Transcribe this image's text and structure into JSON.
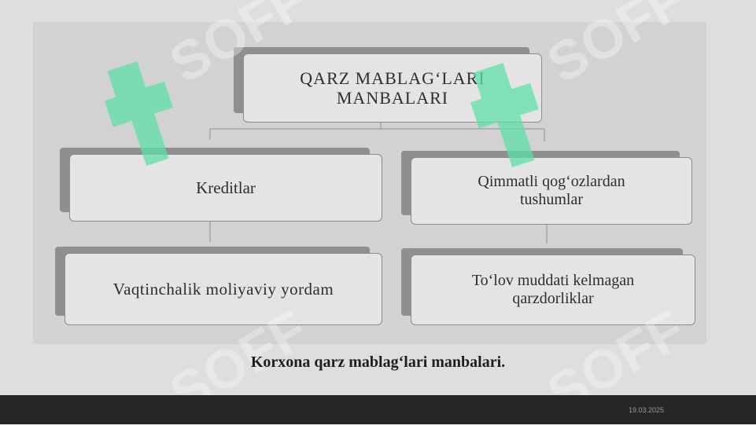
{
  "diagram": {
    "root": "QARZ MABLAG‘LARI\nMANBALARI",
    "left_branch": {
      "top": "Kreditlar",
      "bottom": "Vaqtinchalik moliyaviy yordam"
    },
    "right_branch": {
      "top": "Qimmatli qog‘ozlardan\ntushumlar",
      "bottom": "To‘lov muddati kelmagan\nqarzdorliklar"
    }
  },
  "caption": "Korxona qarz mablag‘lari manbalari.",
  "footer": {
    "date": "19.03.2025"
  },
  "watermark": {
    "logo_text": "SOFF",
    "icon": "green-logo-mark-icon",
    "color": "#5fe0a6"
  }
}
